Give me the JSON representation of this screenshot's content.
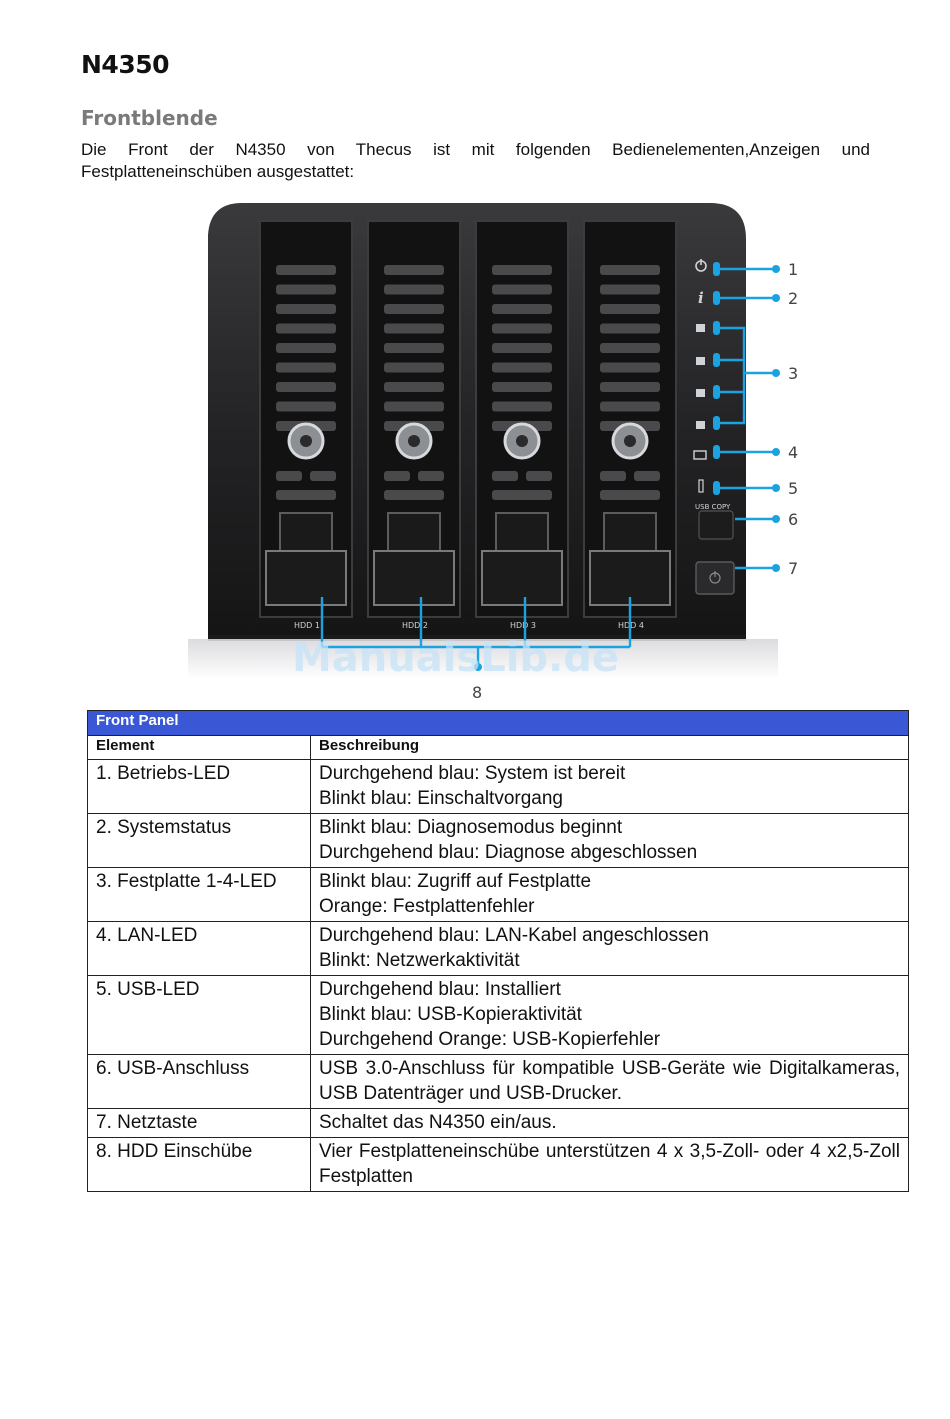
{
  "page": {
    "title": "N4350",
    "section_title": "Frontblende",
    "intro": "Die Front der N4350 von Thecus ist mit folgenden Bedienelementen,Anzeigen und Festplatteneinschüben ausgestattet:"
  },
  "figure": {
    "bay_labels": [
      "HDD 1",
      "HDD 2",
      "HDD 3",
      "HDD 4"
    ],
    "usb_copy_label": "USB COPY",
    "callouts": [
      "1",
      "2",
      "3",
      "4",
      "5",
      "6",
      "7",
      "8"
    ],
    "watermark": "ManualsLib.de",
    "accent_color": "#1aa3e0",
    "icons": [
      "power-icon",
      "info-icon",
      "hdd-icon",
      "lan-icon",
      "usb-icon",
      "power-button-icon",
      "key-lock-icon"
    ]
  },
  "table": {
    "band_title": "Front Panel",
    "headers": [
      "Element",
      "Beschreibung"
    ],
    "rows": [
      {
        "element": "1. Betriebs-LED",
        "lines": [
          "Durchgehend blau: System ist bereit",
          "Blinkt blau: Einschaltvorgang"
        ]
      },
      {
        "element": "2. Systemstatus",
        "lines": [
          "Blinkt blau: Diagnosemodus beginnt",
          "Durchgehend blau: Diagnose abgeschlossen"
        ]
      },
      {
        "element": "3. Festplatte 1-4-LED",
        "lines": [
          "Blinkt blau: Zugriff auf Festplatte",
          "Orange: Festplattenfehler"
        ]
      },
      {
        "element": "4. LAN-LED",
        "lines": [
          "Durchgehend blau: LAN-Kabel angeschlossen",
          "Blinkt: Netzwerkaktivität"
        ]
      },
      {
        "element": "5. USB-LED",
        "lines": [
          "Durchgehend blau: Installiert",
          "Blinkt blau: USB-Kopieraktivität",
          "Durchgehend Orange: USB-Kopierfehler"
        ]
      },
      {
        "element": "6. USB-Anschluss",
        "lines": [
          "USB 3.0-Anschluss für kompatible USB-Geräte wie Digitalkameras, USB Datenträger und USB-Drucker."
        ]
      },
      {
        "element": "7. Netztaste",
        "lines": [
          "Schaltet das N4350 ein/aus."
        ]
      },
      {
        "element": "8. HDD Einschübe",
        "lines": [
          "Vier Festplatteneinschübe unterstützen 4 x 3,5-Zoll- oder 4 x2,5-Zoll Festplatten"
        ]
      }
    ]
  }
}
